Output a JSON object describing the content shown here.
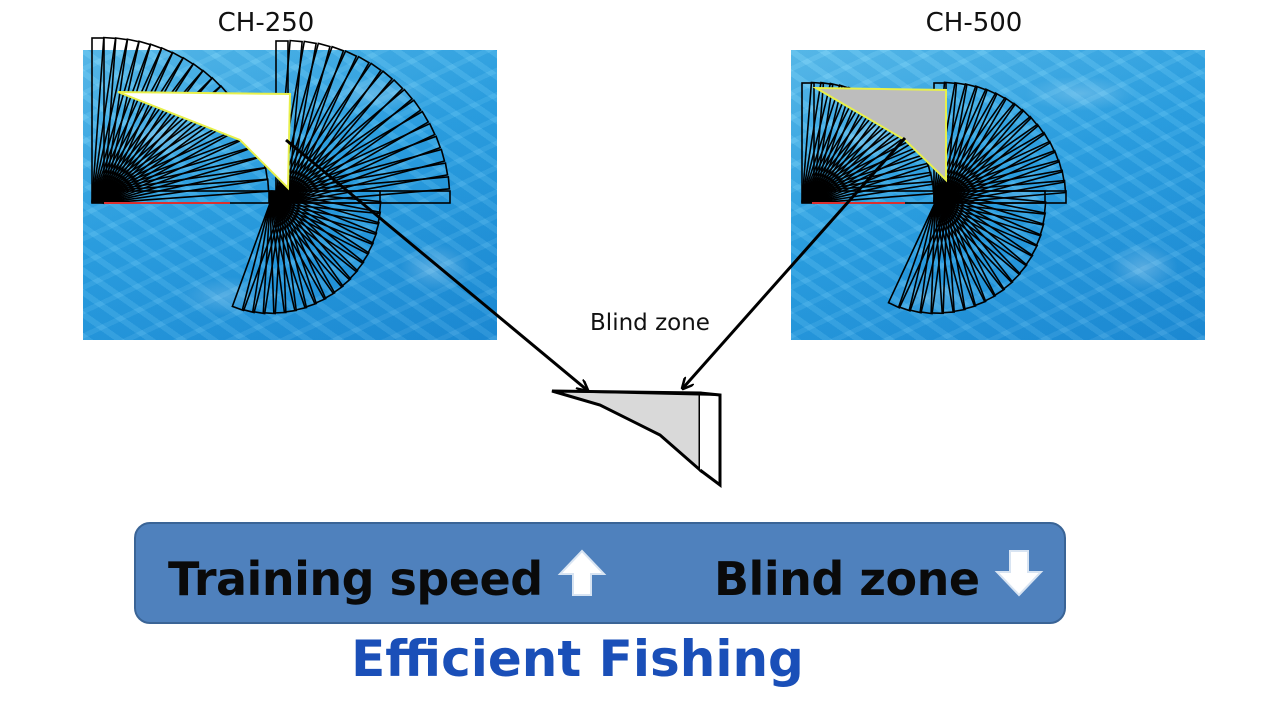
{
  "panels": {
    "left_title": "CH-250",
    "right_title": "CH-500"
  },
  "blind_zone_label": "Blind zone",
  "banner": {
    "training_speed": "Training speed",
    "training_speed_icon": "up-arrow-icon",
    "blind_zone": "Blind zone",
    "blind_zone_icon": "down-arrow-icon",
    "color": "#4f81bd"
  },
  "efficient_fishing": "Efficient Fishing",
  "colors": {
    "headline": "#1a4fb8",
    "blind_zone_fill": "#d9d9d9"
  }
}
